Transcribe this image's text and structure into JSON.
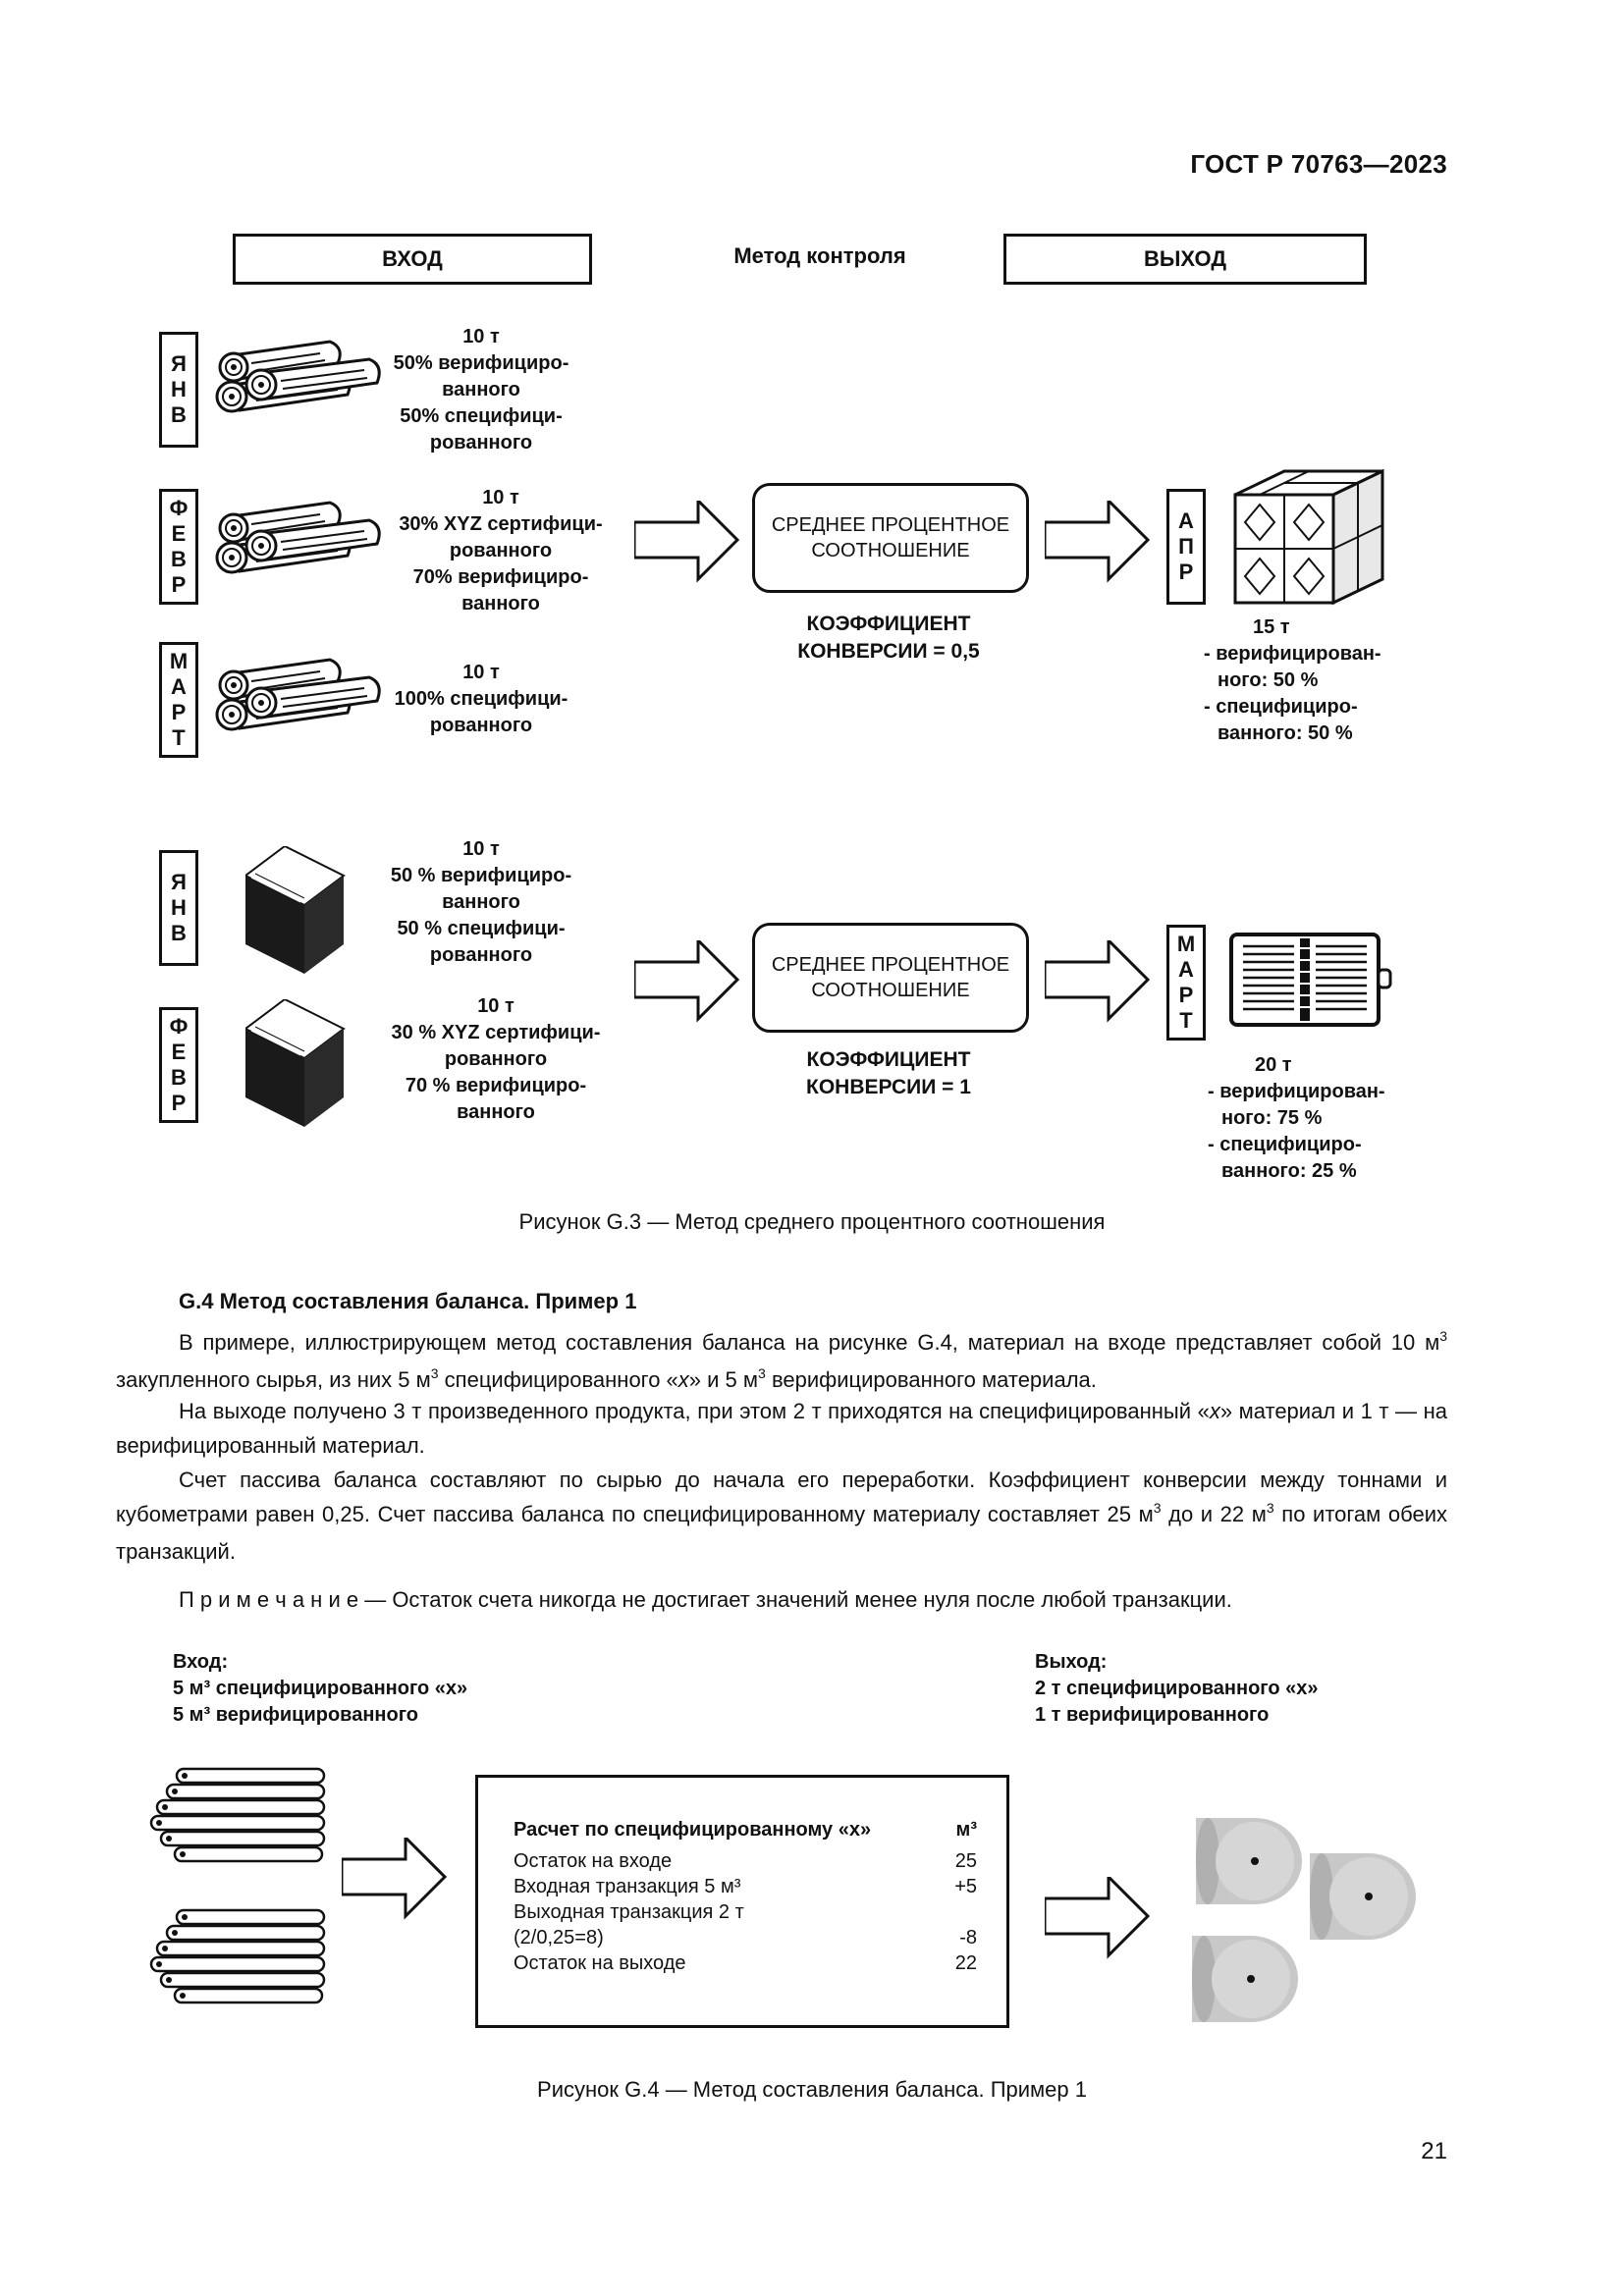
{
  "header": {
    "standard": "ГОСТ Р 70763—2023"
  },
  "fig3": {
    "input_label": "ВХОД",
    "method_label": "Метод контроля",
    "output_label": "ВЫХОД",
    "top": {
      "inputs": [
        {
          "month": [
            "Я",
            "Н",
            "В"
          ],
          "lines": [
            "10 т",
            "50% верифициро-",
            "ванного",
            "50% специфици-",
            "рованного"
          ]
        },
        {
          "month": [
            "Ф",
            "Е",
            "В",
            "Р"
          ],
          "lines": [
            "10 т",
            "30% XYZ сертифици-",
            "рованного",
            "70% верифициро-",
            "ванного"
          ]
        },
        {
          "month": [
            "М",
            "А",
            "Р",
            "Т"
          ],
          "lines": [
            "10 т",
            "100% специфици-",
            "рованного"
          ]
        }
      ],
      "process": [
        "СРЕДНЕЕ ПРОЦЕНТНОЕ",
        "СООТНОШЕНИЕ"
      ],
      "coefficient": [
        "КОЭФФИЦИЕНТ",
        "КОНВЕРСИИ = 0,5"
      ],
      "output_month": [
        "А",
        "П",
        "Р"
      ],
      "output_lines": [
        "15 т",
        "- верифицирован-",
        "ного:  50 %",
        "- специфициро-",
        "ванного: 50 %"
      ]
    },
    "bottom": {
      "inputs": [
        {
          "month": [
            "Я",
            "Н",
            "В"
          ],
          "lines": [
            "10 т",
            "50 % верифициро-",
            "ванного",
            "50 % специфици-",
            "рованного"
          ]
        },
        {
          "month": [
            "Ф",
            "Е",
            "В",
            "Р"
          ],
          "lines": [
            "10 т",
            "30 % XYZ сертифици-",
            "рованного",
            "70 % верифициро-",
            "ванного"
          ]
        }
      ],
      "process": [
        "СРЕДНЕЕ ПРОЦЕНТНОЕ",
        "СООТНОШЕНИЕ"
      ],
      "coefficient": [
        "КОЭФФИЦИЕНТ",
        "КОНВЕРСИИ = 1"
      ],
      "output_month": [
        "М",
        "А",
        "Р",
        "Т"
      ],
      "output_lines": [
        "20 т",
        "- верифицирован-",
        "ного:  75 %",
        "- специфициро-",
        "ванного: 25 %"
      ]
    },
    "caption": "Рисунок G.3 — Метод среднего процентного соотношения"
  },
  "section": {
    "heading": "G.4 Метод составления баланса. Пример 1",
    "p1_a": "В примере, иллюстрирующем метод составления баланса на рисунке G.4, материал на входе представляет собой 10 м",
    "p1_b": " закупленного сырья, из них 5 м",
    "p1_c": " специфицированного «",
    "p1_x": "x",
    "p1_d": "» и 5 м",
    "p1_e": " верифицированного материала.",
    "p2_a": "На выходе получено 3 т произведенного продукта, при этом 2 т приходятся на специфицированный «",
    "p2_x": "x",
    "p2_b": "» материал и 1 т — на верифицированный материал.",
    "p3_a": "Счет пассива баланса составляют по сырью до начала его переработки. Коэффициент конверсии между тоннами и кубометрами равен 0,25. Счет пассива баланса по специфицированному материалу составляет 25 м",
    "p3_b": " до и 22 м",
    "p3_c": " по итогам обеих транзакций.",
    "sup3": "3",
    "note_label": "П р и м е ч а н и е",
    "note_text": " — Остаток счета никогда не достигает значений менее нуля после любой транзакции."
  },
  "fig4": {
    "input": {
      "title": "Вход:",
      "line1": "5 м³ специфицированного «x»",
      "line2": "5 м³ верифицированного"
    },
    "output": {
      "title": "Выход:",
      "line1": "2 т специфицированного «x»",
      "line2": "1 т верифицированного"
    },
    "calc": {
      "title": "Расчет по специфицированному «x»",
      "unit": "м³",
      "rows": [
        {
          "label": "Остаток на входе",
          "value": "25"
        },
        {
          "label": "Входная транзакция  5 м³",
          "value": "+5"
        },
        {
          "label": "Выходная транзакция 2 т",
          "value": ""
        },
        {
          "label": "(2/0,25=8)",
          "value": "-8"
        },
        {
          "label": "Остаток на выходе",
          "value": "22"
        }
      ]
    },
    "caption": "Рисунок G.4 — Метод составления баланса. Пример 1"
  },
  "page_number": "21"
}
